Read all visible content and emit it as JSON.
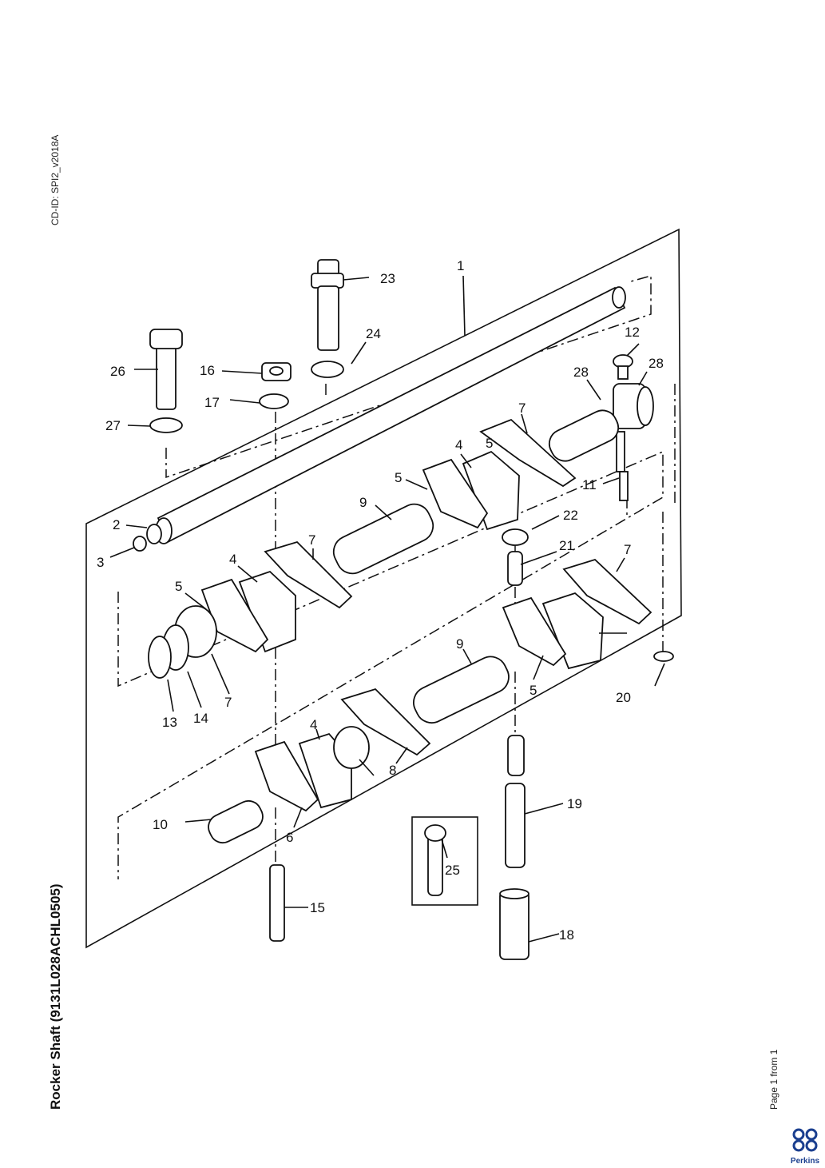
{
  "header": {
    "cd_id": "CD-ID: SPI2_v2018A"
  },
  "title": "Rocker Shaft (9131L028ACHL0505)",
  "footer": {
    "page": "Page 1 from 1",
    "brand": "Perkins"
  },
  "colors": {
    "line": "#111111",
    "brand": "#1b3f8f"
  },
  "callouts": [
    "1",
    "2",
    "3",
    "4",
    "4",
    "4",
    "5",
    "5",
    "5",
    "5",
    "6",
    "7",
    "7",
    "7",
    "7",
    "8",
    "9",
    "9",
    "10",
    "11",
    "12",
    "13",
    "14",
    "15",
    "16",
    "17",
    "18",
    "19",
    "20",
    "21",
    "22",
    "23",
    "24",
    "25",
    "26",
    "27",
    "28",
    "28"
  ]
}
